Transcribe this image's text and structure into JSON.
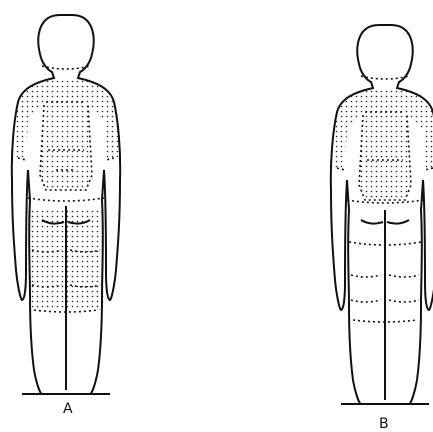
{
  "figure": {
    "ink_color": "#111111",
    "background": "#ffffff",
    "panels": [
      {
        "label": "A",
        "shading": [
          "shoulders",
          "upper-arms",
          "back-panel",
          "thighs",
          "calves"
        ]
      },
      {
        "label": "B",
        "shading": [
          "shoulders",
          "upper-arms",
          "back-panel"
        ]
      }
    ]
  }
}
